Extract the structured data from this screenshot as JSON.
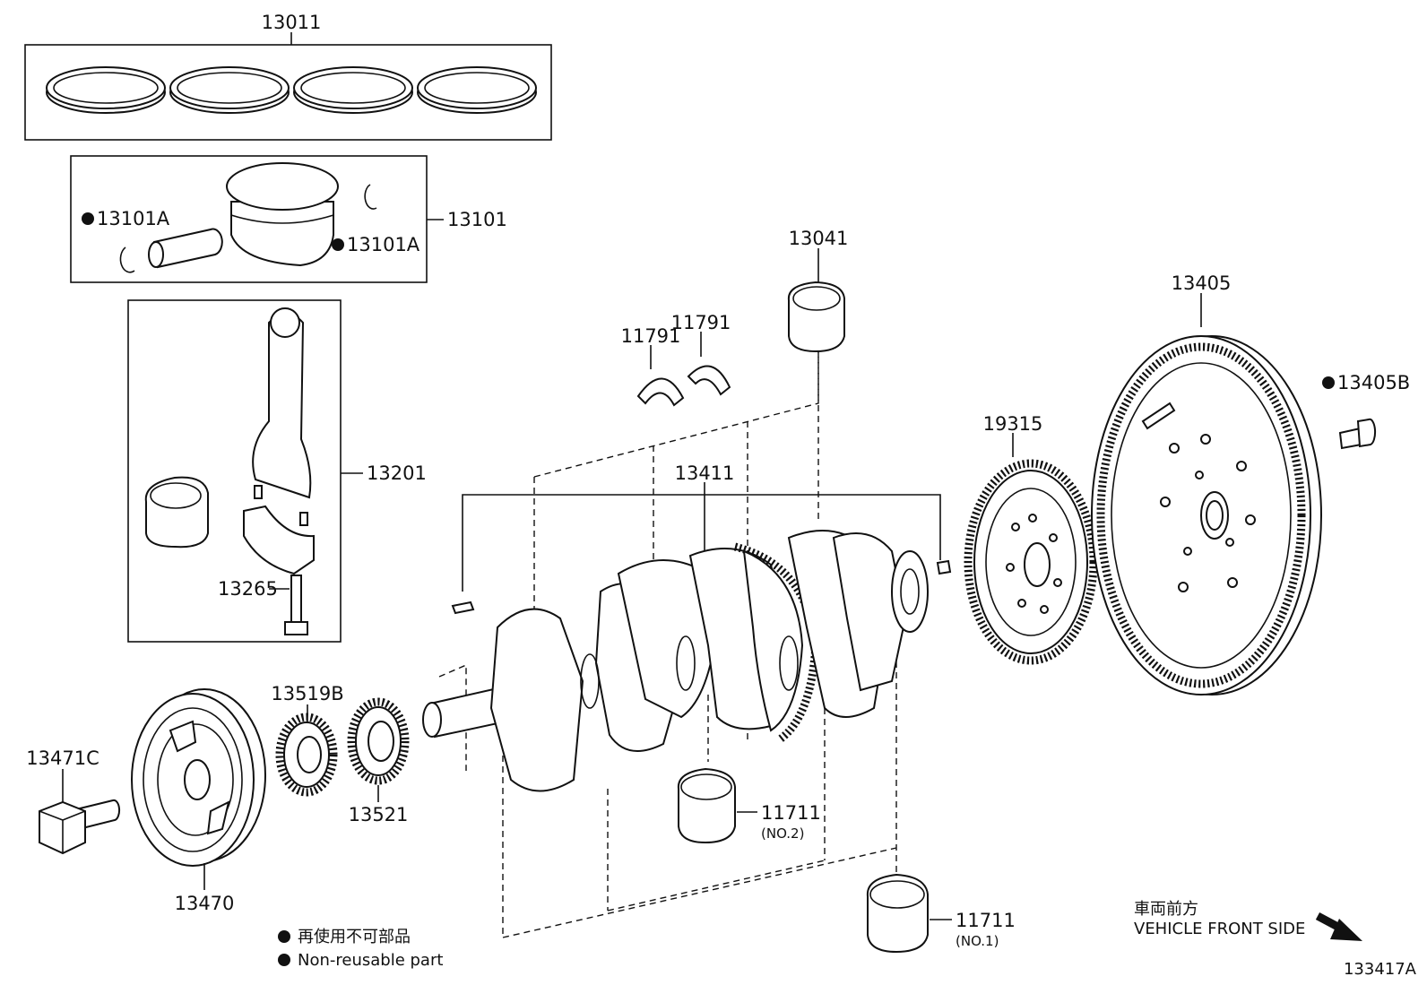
{
  "parts": {
    "p13011": "13011",
    "p13101": "13101",
    "p13101A_left": "13101A",
    "p13101A_right": "13101A",
    "p13201": "13201",
    "p13265": "13265",
    "p13041": "13041",
    "p11791_a": "11791",
    "p11791_b": "11791",
    "p13411": "13411",
    "p19315": "19315",
    "p13405": "13405",
    "p13405B": "13405B",
    "p13519B": "13519B",
    "p13521": "13521",
    "p13471C": "13471C",
    "p13470": "13470",
    "p11711_no2": "11711",
    "p11711_no2_sub": "(NO.2)",
    "p11711_no1": "11711",
    "p11711_no1_sub": "(NO.1)"
  },
  "legend": {
    "japanese": "再使用不可部品",
    "english": "Non-reusable part"
  },
  "direction": {
    "japanese": "車両前方",
    "english": "VEHICLE FRONT SIDE"
  },
  "diagram_id": "133417A"
}
